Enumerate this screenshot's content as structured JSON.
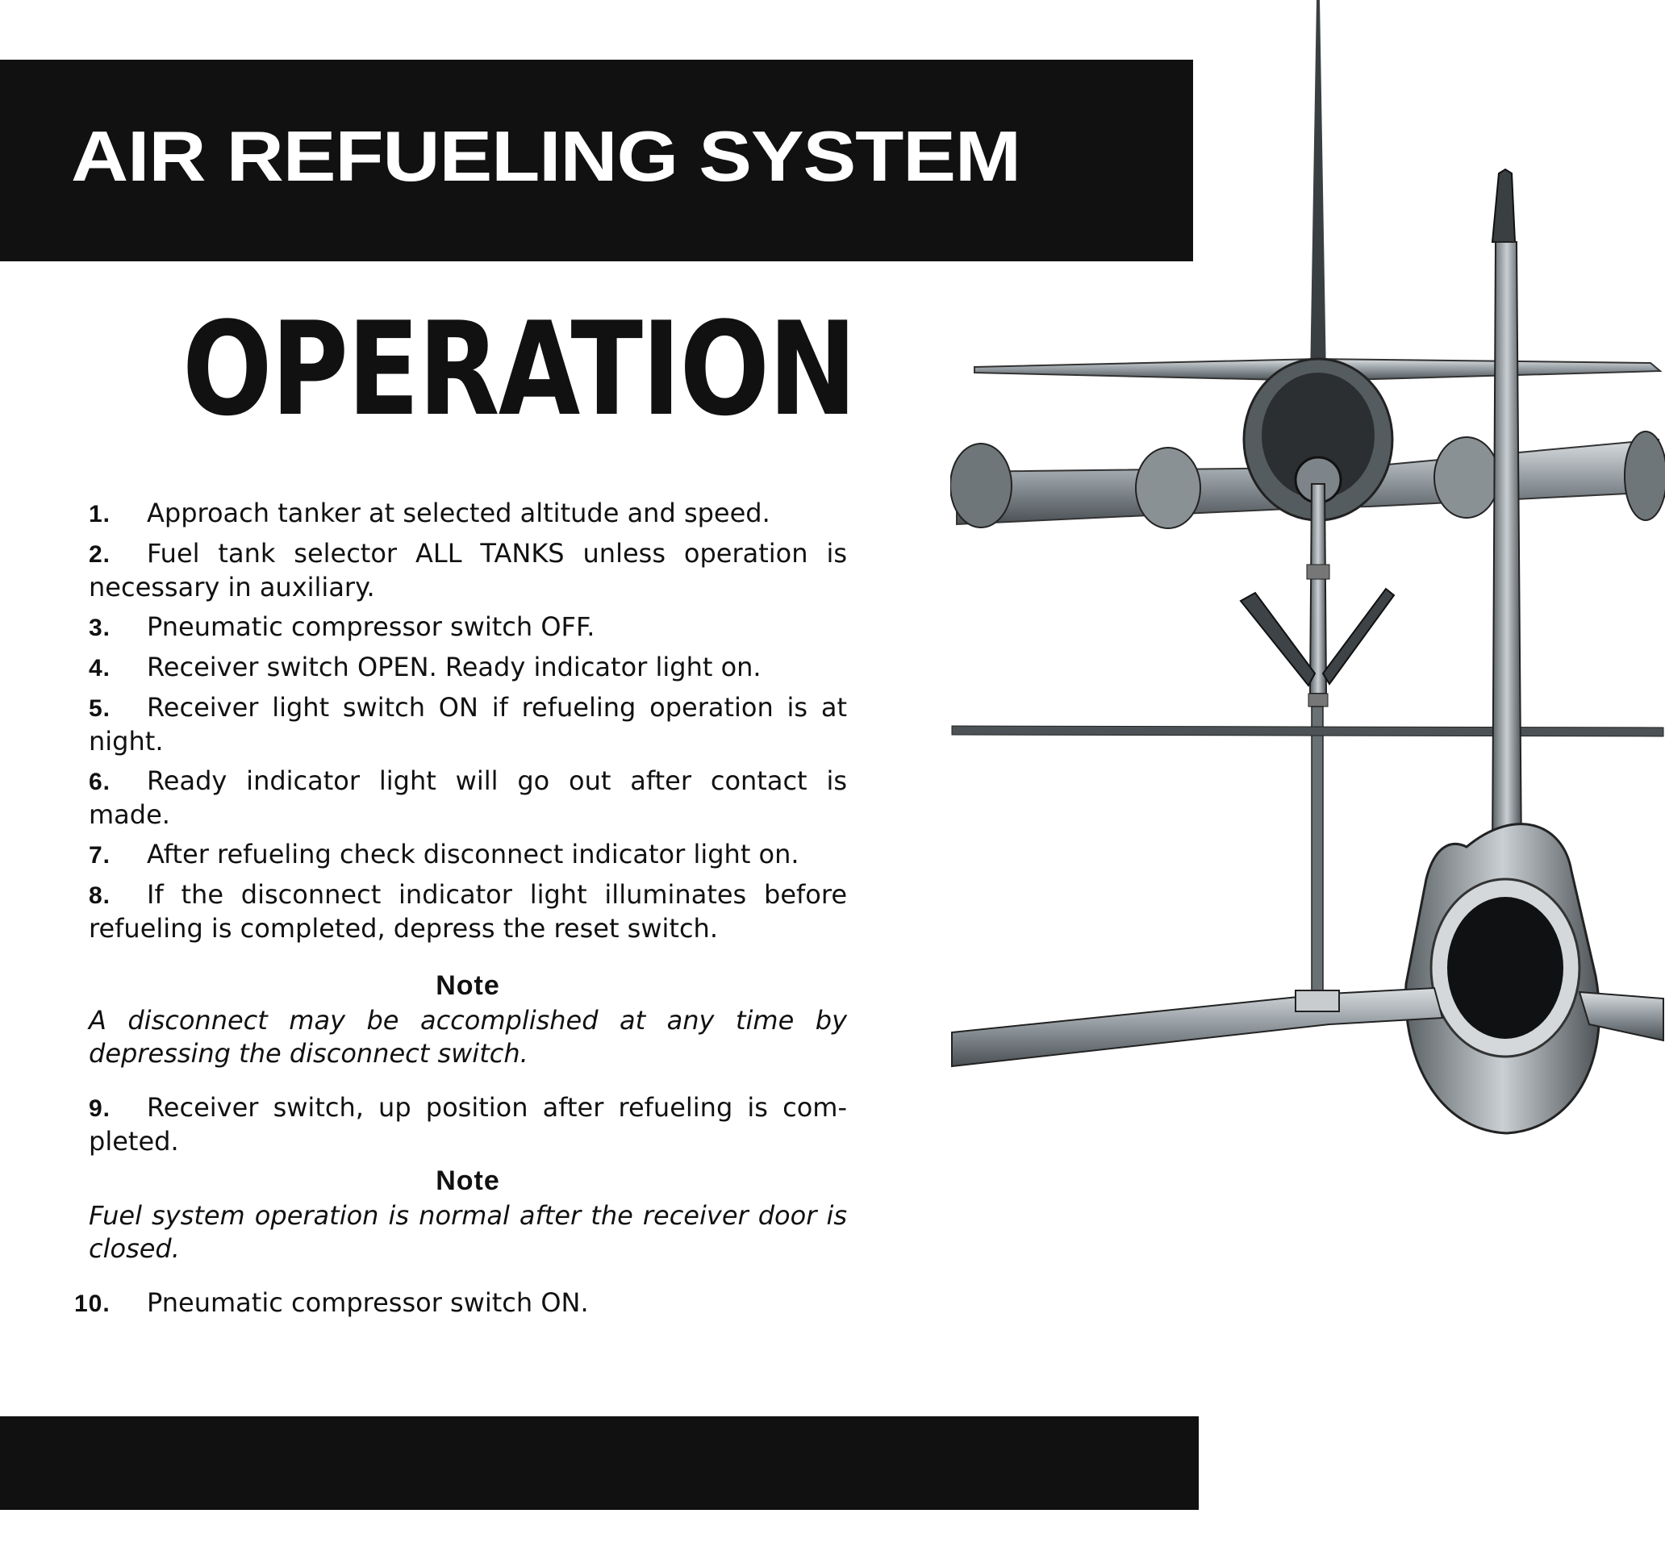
{
  "header": {
    "title": "AIR REFUELING SYSTEM"
  },
  "heading": "OPERATION",
  "steps": [
    {
      "num": "1.",
      "text": "Approach tanker at selected altitude and speed."
    },
    {
      "num": "2.",
      "text": "Fuel tank selector ALL TANKS unless operation is necessary in auxiliary."
    },
    {
      "num": "3.",
      "text": "Pneumatic compressor switch OFF."
    },
    {
      "num": "4.",
      "text": "Receiver switch OPEN. Ready indicator light on."
    },
    {
      "num": "5.",
      "text": "Receiver light switch ON if refueling operation is at night."
    },
    {
      "num": "6.",
      "text": "Ready indicator light will go out after contact is made."
    },
    {
      "num": "7.",
      "text": "After refueling check disconnect indicator light on."
    },
    {
      "num": "8.",
      "text": "If the disconnect indicator light illuminates before refueling is completed, depress the reset switch."
    },
    {
      "num": "9.",
      "text": "Receiver switch, up position after refueling is com- pleted."
    },
    {
      "num": "10.",
      "text": "Pneumatic compressor switch ON."
    }
  ],
  "notes": [
    {
      "heading": "Note",
      "text": "A disconnect may be accomplished at any time by depressing the disconnect switch."
    },
    {
      "heading": "Note",
      "text": "Fuel system operation is normal after the receiver door is closed."
    }
  ]
}
